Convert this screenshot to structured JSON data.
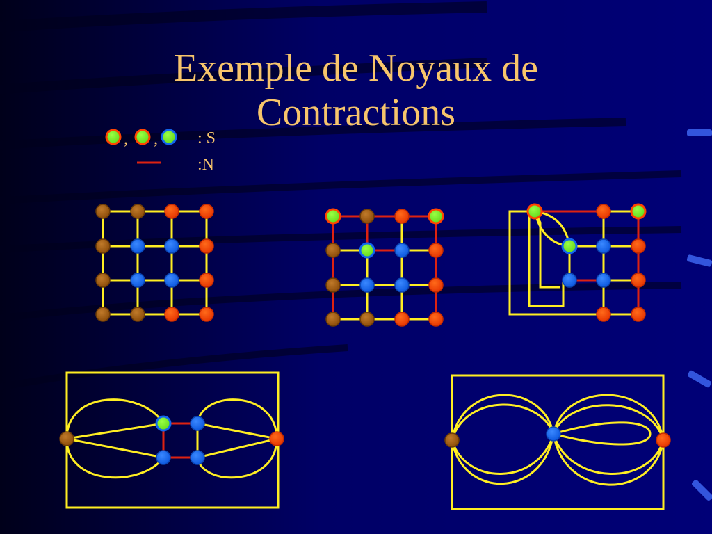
{
  "slide": {
    "title_line1": "Exemple de Noyaux de",
    "title_line2": "Contractions"
  },
  "legend": {
    "separator_1": ",",
    "separator_2": ",",
    "s_label": ": S",
    "n_label": ":N"
  },
  "colors": {
    "background": "#000066",
    "title": "#f7c56b",
    "edge_yellow": "#ffee22",
    "edge_red": "#dd2211",
    "node_brown": "#a05a10",
    "node_orange": "#ff4400",
    "node_blue": "#1166ee",
    "node_green": "#77ee22"
  },
  "node_kinds": [
    "brown",
    "orange",
    "blue",
    "green-orange-ring",
    "green-brown-ring",
    "green-blue-ring"
  ]
}
